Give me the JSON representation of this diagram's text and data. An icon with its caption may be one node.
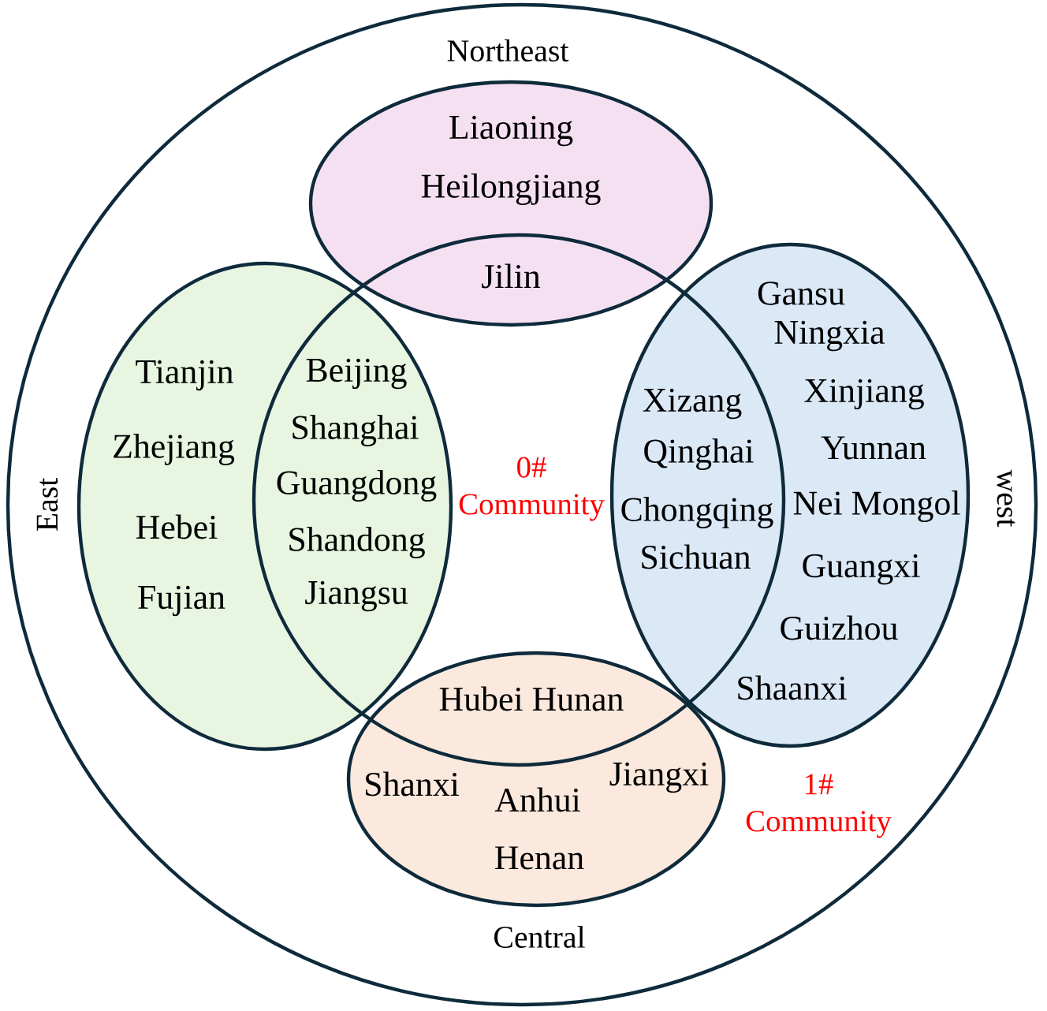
{
  "diagram": {
    "nodes": [
      {
        "text": [
          "1# Community"
        ]
      },
      {
        "text": [
          "Northeast",
          "Liaoning",
          "Heilongjiang",
          "Jilin"
        ],
        "in": 0
      },
      {
        "text": [
          "East",
          "Tianjin",
          "Zhejiang",
          "Hebei",
          "Fujian",
          "Beijing",
          "Shanghai",
          "Guangdong",
          "Shandong",
          "Jiangsu"
        ],
        "in": 0
      },
      {
        "text": [
          "0# Community"
        ],
        "in": 0
      },
      {
        "text": [
          "west",
          "Gansu",
          "Ningxia",
          "Xizang",
          "Xinjiang",
          "Qinghai",
          "Yunnan",
          "Chongqing",
          "Nei Mongol",
          "Sichuan",
          "Guangxi",
          "Guizhou",
          "Shaanxi"
        ],
        "in": 0
      },
      {
        "text": [
          "Hubei Hunan",
          "Shanxi",
          "Jiangxi",
          "Anhui",
          "Henan",
          "Central"
        ],
        "in": 0
      }
    ]
  }
}
